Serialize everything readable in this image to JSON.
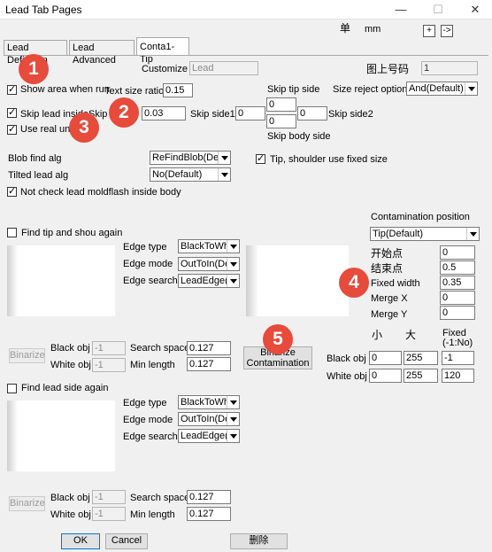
{
  "window": {
    "title": "Lead Tab Pages",
    "minimize": "—",
    "maximize": "☐",
    "close": "✕"
  },
  "header": {
    "unit_label": "单",
    "unit_value": "mm",
    "plus_btn": "+",
    "arrow_btn": "->"
  },
  "tabs": [
    {
      "label": "Lead Definition"
    },
    {
      "label": "Lead Advanced"
    },
    {
      "label": "Conta1-Tip"
    }
  ],
  "top": {
    "customize_label": "Customize",
    "customize_value": "Lead",
    "drawing_no_label": "图上号码",
    "drawing_no_value": "1",
    "show_area": "Show area when run",
    "text_size_label": "Text size ratio",
    "text_size_value": "0.15",
    "skip_tip_side": "Skip tip side",
    "size_reject_label": "Size reject option",
    "size_reject_value": "And(Default)",
    "skip_lead_inside": "Skip lead inside",
    "skip_in_label": "Skip in",
    "skip_in_value": "0.03",
    "skip_side1_label": "Skip side1",
    "skip_side1_value": "0",
    "skip_tip_value": "0",
    "skip_body_value": "0",
    "skip_side2_value": "0",
    "skip_side2_label": "Skip side2",
    "use_real_unit": "Use real unit",
    "skip_body_side": "Skip body side",
    "blob_find_label": "Blob find alg",
    "blob_find_value": "ReFindBlob(Defau",
    "tilted_label": "Tilted lead alg",
    "tilted_value": "No(Default)",
    "tip_shoulder": "Tip, shoulder use fixed size",
    "not_check": "Not check  lead moldflash inside body"
  },
  "contamination": {
    "position_label": "Contamination position",
    "position_value": "Tip(Default)",
    "start_label": "开始点",
    "start_value": "0",
    "end_label": "结束点",
    "end_value": "0.5",
    "fixed_width_label": "Fixed width",
    "fixed_width_value": "0.35",
    "merge_x_label": "Merge X",
    "merge_x_value": "0",
    "merge_y_label": "Merge Y",
    "merge_y_value": "0",
    "binarize_btn": "Binarize Contamination",
    "col_small": "小",
    "col_large": "大",
    "col_fixed": "Fixed (-1:No)",
    "black_obj_label": "Black obj",
    "black_small": "0",
    "black_large": "255",
    "black_fixed": "-1",
    "white_obj_label": "White obj",
    "white_small": "0",
    "white_large": "255",
    "white_fixed": "120"
  },
  "tip_section": {
    "find_again": "Find tip and shou again",
    "edge_type_label": "Edge type",
    "edge_type_value": "BlackToWhi",
    "edge_mode_label": "Edge mode",
    "edge_mode_value": "OutToIn(Def",
    "edge_search_label": "Edge search",
    "edge_search_value": "LeadEdge(D",
    "binarize": "Binarize",
    "black_obj_label": "Black obj",
    "black_obj_value": "-1",
    "white_obj_label": "White obj",
    "white_obj_value": "-1",
    "search_space_label": "Search space",
    "search_space_value": "0.127",
    "min_length_label": "Min length",
    "min_length_value": "0.127"
  },
  "side_section": {
    "find_again": "Find lead side again",
    "edge_type_label": "Edge type",
    "edge_type_value": "BlackToWhi",
    "edge_mode_label": "Edge mode",
    "edge_mode_value": "OutToIn(Def",
    "edge_search_label": "Edge search",
    "edge_search_value": "LeadEdge(D",
    "binarize": "Binarize",
    "black_obj_label": "Black obj",
    "black_obj_value": "-1",
    "white_obj_label": "White obj",
    "white_obj_value": "-1",
    "search_space_label": "Search space",
    "search_space_value": "0.127",
    "min_length_label": "Min length",
    "min_length_value": "0.127"
  },
  "footer": {
    "ok": "OK",
    "cancel": "Cancel",
    "delete": "删除"
  },
  "badges": [
    "1",
    "2",
    "3",
    "4",
    "5"
  ]
}
